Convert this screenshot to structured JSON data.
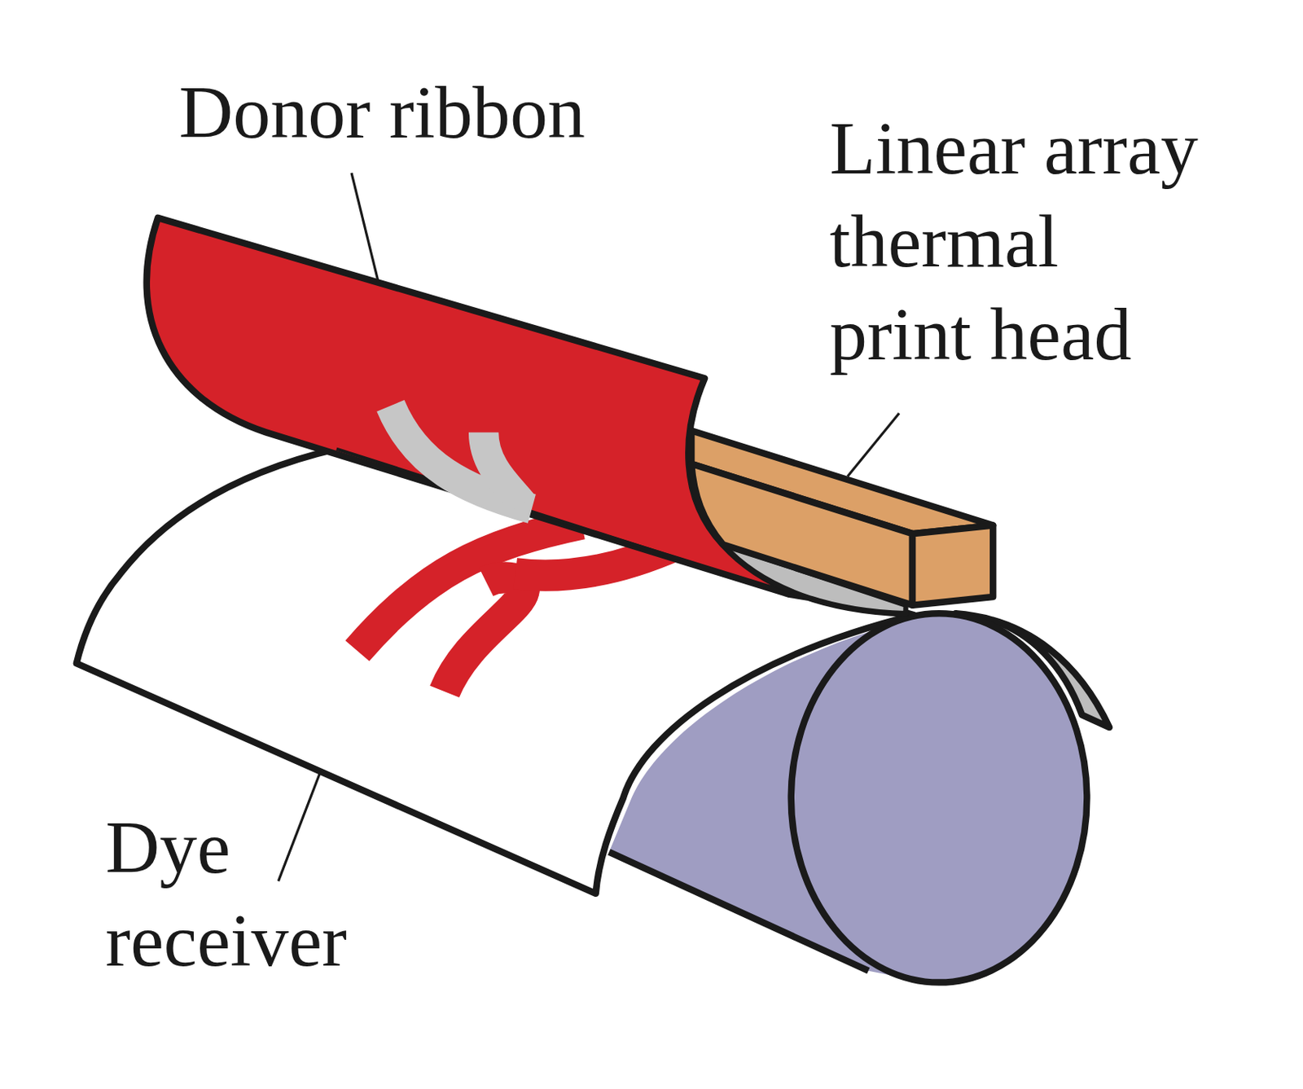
{
  "diagram": {
    "labels": [
      "Donor ribbon",
      "Linear array thermal print head",
      "Dye receiver"
    ]
  }
}
